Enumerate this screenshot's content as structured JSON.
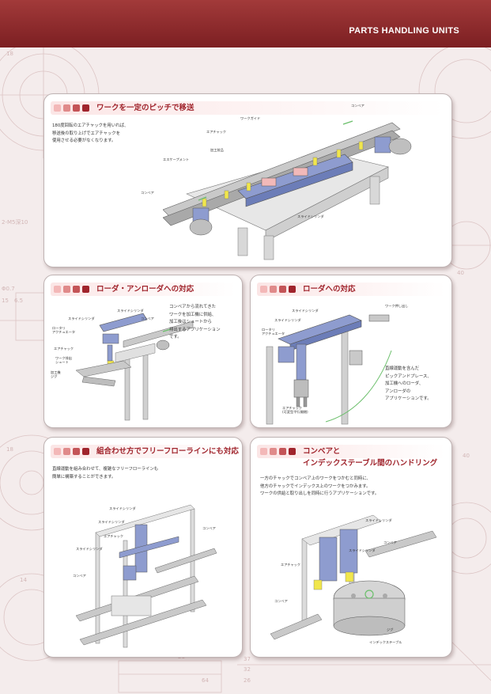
{
  "header": {
    "title": "PARTS HANDLING UNITS"
  },
  "background": {
    "dims": [
      "18",
      "2-M5深10",
      "Φ0.7",
      "15",
      "6.5",
      "40",
      "18",
      "14",
      "40",
      "21",
      "37",
      "32",
      "64",
      "26"
    ]
  },
  "panels": {
    "pitch": {
      "title": "ワークを一定のピッチで移送",
      "desc": [
        "180度回転のエアチャックを用いれば、",
        "移送後の取り上げでエアチャックを",
        "使用させる必要がなくなります。"
      ],
      "labels": {
        "conveyor_top": "コンベア",
        "work_guide": "ワークガイド",
        "air_chuck": "エアチャック",
        "workpiece": "加工前品",
        "escapement": "エスケープメント",
        "conveyor_left": "コンベア",
        "slide_cylinder": "スライドシリンダ"
      }
    },
    "loader_unloader": {
      "title": "ローダ・アンローダへの対応",
      "desc": [
        "コンベアから流れてきた",
        "ワークを加工機に供給、",
        "加工後はシュートから",
        "排出するアプリケーション",
        "です。"
      ],
      "labels": {
        "slide_cylinder_1": "スライドシリンダ",
        "slide_cylinder_2": "スライドシリンダ",
        "rotary_actuator": "ロータリ\nアクチュエータ",
        "air_chuck": "エアチャック",
        "work_chute": "ワーク排出\nシュート",
        "machine": "加工機\nジグ",
        "conveyor": "コンベア"
      }
    },
    "loader": {
      "title": "ローダへの対応",
      "desc": [
        "直線運動を含んだ",
        "ピックアンドプレース、",
        "加工機へのローダ、",
        "アンローダの",
        "アプリケーションです。"
      ],
      "labels": {
        "slide_cylinder_1": "スライドシリンダ",
        "slide_cylinder_2": "スライドシリンダ",
        "rotary_actuator": "ロータリ\nアクチュエータ",
        "work_pusher": "ワーク押し出し",
        "air_chuck": "エアチャック\n(可変型平行開閉)"
      }
    },
    "free_flow": {
      "title": "組合わせ方でフリーフローラインにも対応",
      "desc": [
        "直線運動を組み合わせて、複雑なフリーフローラインも",
        "簡単に構築することができます。"
      ],
      "labels": {
        "slide_cylinder_1": "スライドシリンダ",
        "slide_cylinder_2": "スライドシリンダ",
        "air_chuck": "エアチャック",
        "slide_cylinder_3": "スライドシリンダ",
        "conveyor_left": "コンベア",
        "conveyor_right": "コンベア"
      }
    },
    "conveyor_index": {
      "title_line1": "コンベアと",
      "title_line2": "インデックステーブル間のハンドリング",
      "desc": [
        "一方のチャックでコンベア上のワークをつかむと同時に、",
        "他方のチャックでインデックス上のワークをつかみます。",
        "ワークの供給と取り出しを同時に行うアプリケーションです。"
      ],
      "labels": {
        "slide_cylinder_1": "スライドシリンダ",
        "slide_cylinder_2": "スライドシリンダ",
        "conveyor_right": "コンベア",
        "air_chuck": "エアチャック",
        "conveyor_left": "コンベア",
        "jig": "ジグ",
        "index_table": "インデックステーブル"
      }
    }
  },
  "colors": {
    "header": "#8b2a2c",
    "title_text": "#a0242c",
    "square_1": "#f3b8b8",
    "square_2": "#e08a8a",
    "square_3": "#c45457",
    "square_4": "#a0242c",
    "cylinder_blue": "#8e9ccf",
    "chuck_yellow": "#f1e64c",
    "machine_gray": "#c9c9c9",
    "conveyor_green": "#6bbf6b"
  }
}
